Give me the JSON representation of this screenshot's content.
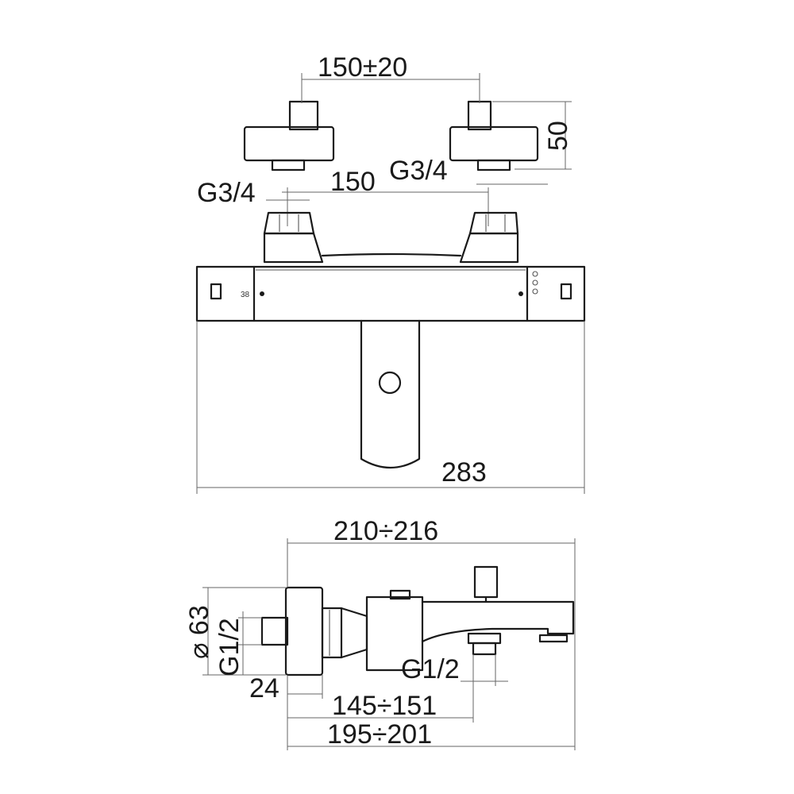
{
  "drawing_type": "technical dimension drawing",
  "dimensions": {
    "inlet_distance_tolerance": "150±20",
    "eccentric_height": "50",
    "left_thread": "G3/4",
    "inlet_distance": "150",
    "right_thread": "G3/4",
    "overall_width": "283",
    "spout_length": "210÷216",
    "diameter": "⌀ 63",
    "side_thread": "G1/2",
    "outlet_thread": "G1/2",
    "depth": "24",
    "outlet_distance": "145÷151",
    "overall_depth": "195÷201"
  },
  "dial_marking": "38"
}
